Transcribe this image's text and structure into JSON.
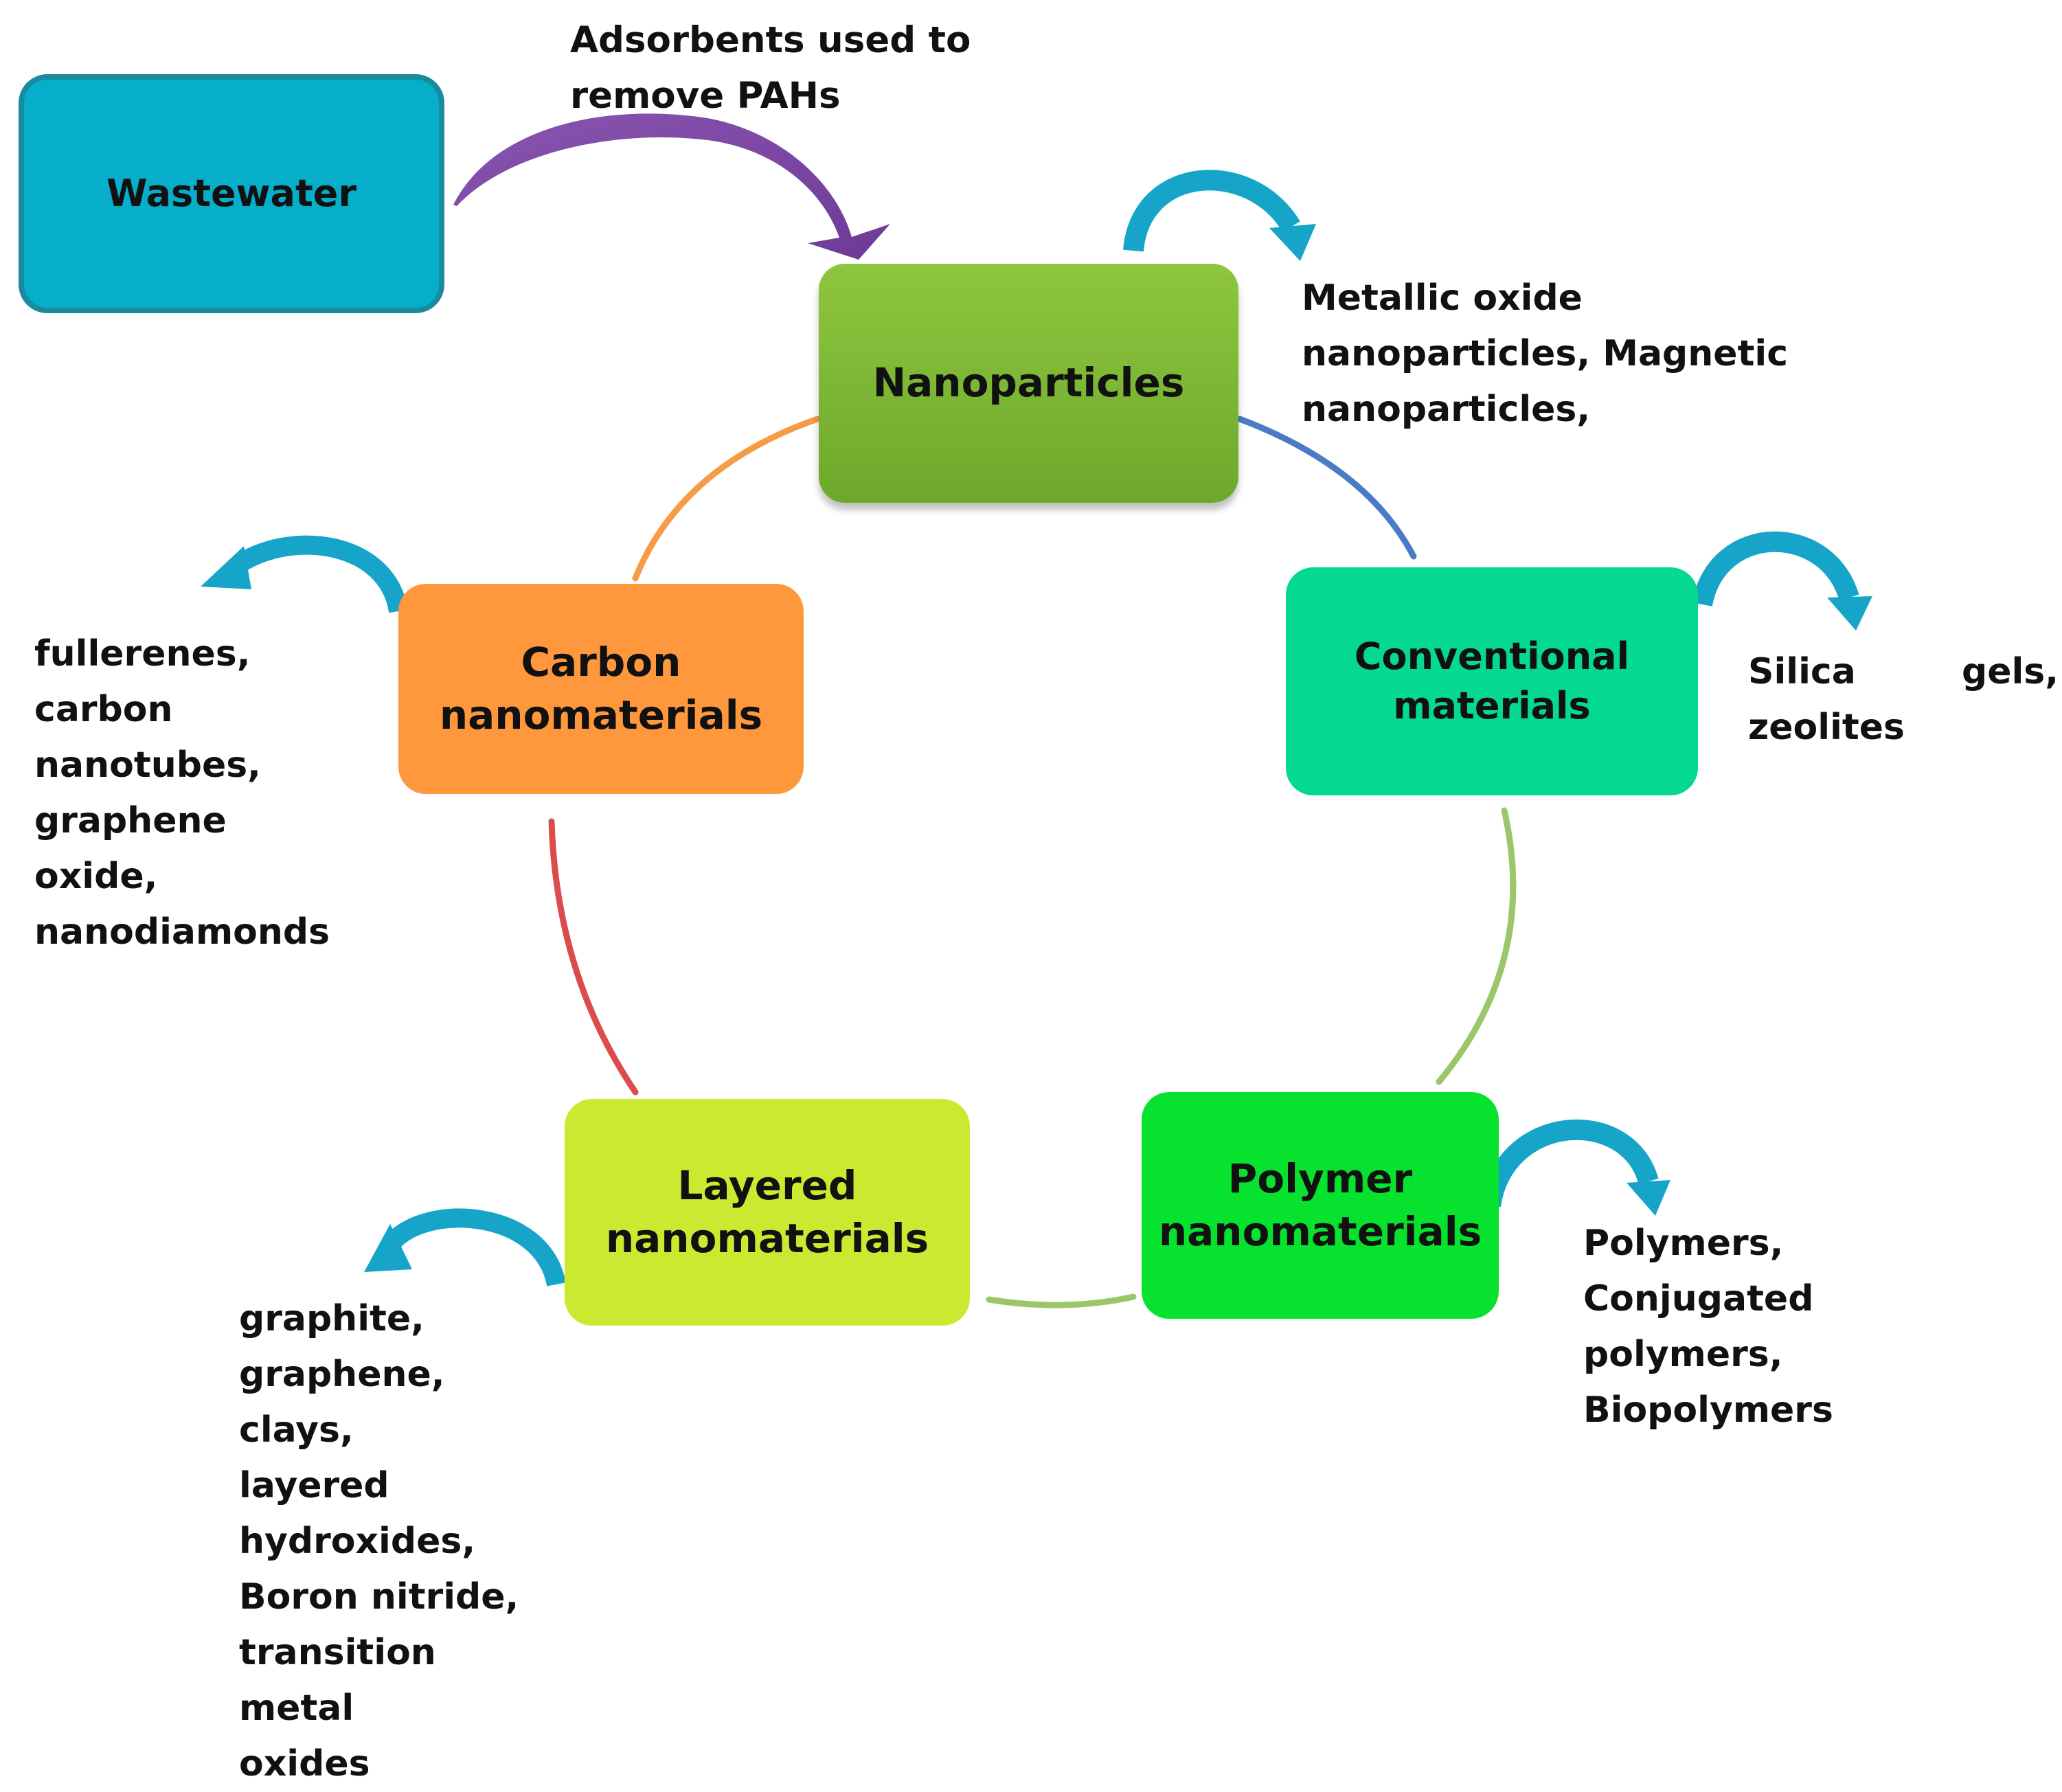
{
  "title": "Adsorbents used to\nremove PAHs",
  "nodes": {
    "wastewater": "Wastewater",
    "nanoparticles": "Nanoparticles",
    "conventional": "Conventional\nmaterials",
    "carbon": "Carbon\nnanomaterials",
    "layered": "Layered\nnanomaterials",
    "polymer": "Polymer\nnanomaterials"
  },
  "examples": {
    "nanoparticles": "Metallic oxide\nnanoparticles,  Magnetic\nnanoparticles,",
    "conventional_line1_left": "Silica",
    "conventional_line1_right": "gels,",
    "conventional_line2": "zeolites",
    "carbon": "fullerenes,\ncarbon\nnanotubes,\ngraphene\noxide,\nnanodiamonds",
    "layered": "graphite,\ngraphene, clays,\nlayered\nhydroxides,\nBoron nitride,\ntransition  metal\noxides",
    "polymer": "Polymers,\nConjugated\npolymers,\nBiopolymers"
  },
  "colors": {
    "wastewater": "#06aec9",
    "nanoparticles": "#7cb631",
    "conventional": "#05d88f",
    "carbon": "#ff973c",
    "layered": "#cbe930",
    "polymer": "#07e22f",
    "main_arrow": "#7a44a0",
    "example_arrows": "#16a5c8",
    "link_nano_conventional": "#4a7cc6",
    "link_nano_carbon": "#f79b46",
    "link_carbon_layered": "#dc4c4c",
    "link_layered_polymer": "#9bc66a",
    "link_conventional_polymer": "#9bc66a"
  }
}
